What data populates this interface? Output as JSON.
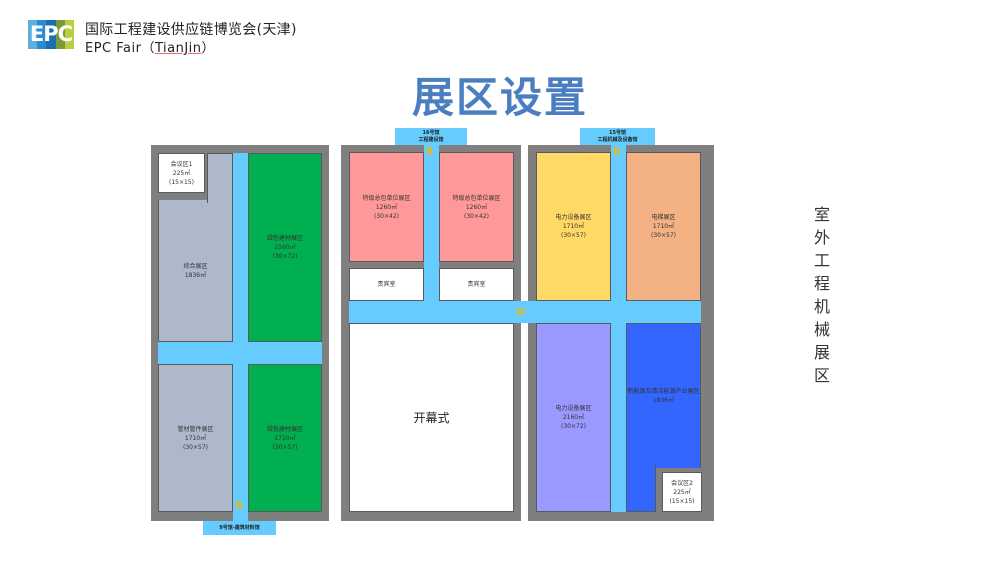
{
  "header": {
    "logo_text": "EPC",
    "logo_colors": [
      "#5aaee0",
      "#2a8ccc",
      "#1a6fb0",
      "#7a9a3a",
      "#b8d040"
    ],
    "title_cn": "国际工程建设供应链博览会(天津)",
    "title_en_prefix": "EPC Fair（",
    "title_en_city": "TianJin",
    "title_en_suffix": "）"
  },
  "page_title": "展区设置",
  "colors": {
    "title": "#4a7ec0",
    "hall_wall": "#7f7f7f",
    "aisle": "#66ccff",
    "arrow": "#f5b800",
    "gray_zone": "#adb9ca",
    "green_zone": "#00b050",
    "pink_zone": "#ff9999",
    "yellow_zone": "#ffd966",
    "orange_zone": "#f4b183",
    "purple_zone": "#9999ff",
    "blue_zone": "#3366ff",
    "white_zone": "#ffffff"
  },
  "halls": {
    "left": {
      "gate_label": "9号馆-建筑材料馆",
      "zones": [
        {
          "name": "会议区1",
          "area": "225㎡",
          "size": "(15×15)"
        },
        {
          "name": "综合展区",
          "area": "1836㎡",
          "size": ""
        },
        {
          "name": "绿色建材展区",
          "area": "2160㎡",
          "size": "(30×72)"
        },
        {
          "name": "管材管件展区",
          "area": "1710㎡",
          "size": "(30×57)"
        },
        {
          "name": "绿色建材展区",
          "area": "1710㎡",
          "size": "(30×57)"
        }
      ]
    },
    "middle": {
      "gate_label_line1": "16号馆",
      "gate_label_line2": "工程建设馆",
      "zones": [
        {
          "name": "特级总包单位展区",
          "area": "1260㎡",
          "size": "(30×42)"
        },
        {
          "name": "特级总包单位展区",
          "area": "1260㎡",
          "size": "(30×42)"
        },
        {
          "name": "贵宾室",
          "area": "",
          "size": ""
        },
        {
          "name": "贵宾室",
          "area": "",
          "size": ""
        },
        {
          "name": "开幕式",
          "area": "",
          "size": ""
        }
      ]
    },
    "right": {
      "gate_label_line1": "15号馆",
      "gate_label_line2": "工程机械及设备馆",
      "zones": [
        {
          "name": "电力设备展区",
          "area": "1710㎡",
          "size": "(30×57)"
        },
        {
          "name": "电梯展区",
          "area": "1710㎡",
          "size": "(30×57)"
        },
        {
          "name": "电力设备展区",
          "area": "2160㎡",
          "size": "(30×72)"
        },
        {
          "name": "新能源及清洁能源产业展区",
          "area": "1836㎡",
          "size": ""
        },
        {
          "name": "会议区2",
          "area": "225㎡",
          "size": "(15×15)"
        }
      ]
    }
  },
  "outdoor_label": [
    "室",
    "外",
    "工",
    "程",
    "机",
    "械",
    "展",
    "区"
  ],
  "arrows": {
    "vertical": "⇅",
    "horizontal": "⇄"
  }
}
